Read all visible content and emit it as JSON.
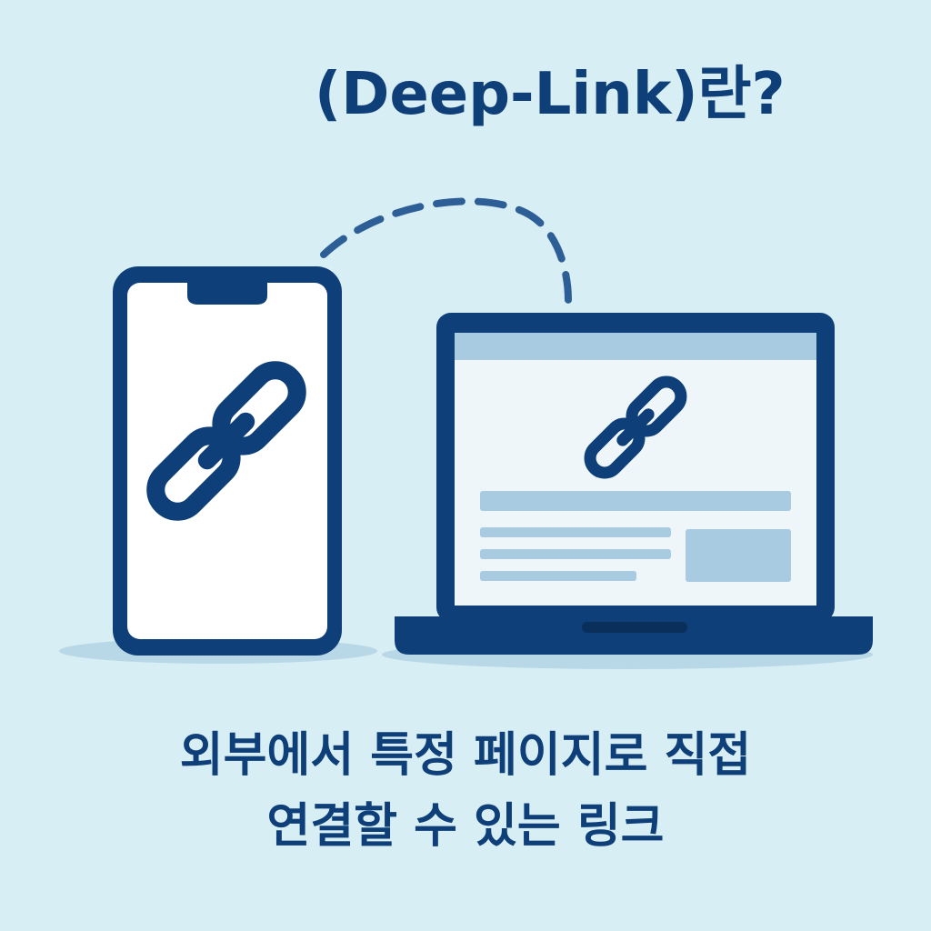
{
  "header": {
    "title": "(Deep-Link)란?"
  },
  "caption": {
    "line1": "외부에서 특정 페이지로 직접",
    "line2": "연결할 수 있는 링크"
  },
  "icons": {
    "phone_link": "link-icon",
    "laptop_link": "link-icon"
  },
  "colors": {
    "background": "#d8eef5",
    "primary": "#0e3f78",
    "device_screen": "#ffffff",
    "laptop_screen": "#eef6fa",
    "accent_light": "#a9cbe2",
    "shadow": "#b8d8e8"
  }
}
